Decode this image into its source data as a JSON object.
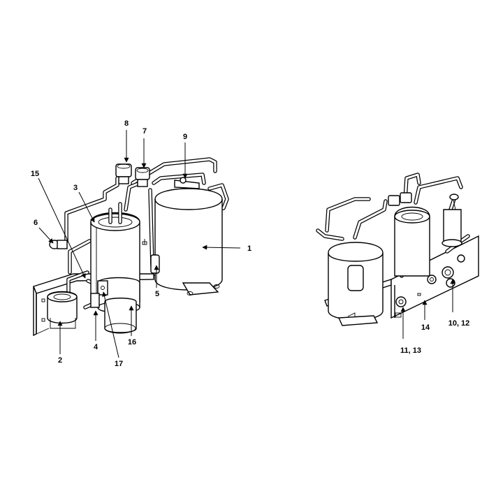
{
  "callouts": {
    "c1": "1",
    "c2": "2",
    "c3": "3",
    "c4": "4",
    "c5": "5",
    "c6": "6",
    "c7": "7",
    "c8": "8",
    "c9": "9",
    "c10_12": "10, 12",
    "c11_13": "11, 13",
    "c14": "14",
    "c15": "15",
    "c16": "16",
    "c17": "17"
  }
}
